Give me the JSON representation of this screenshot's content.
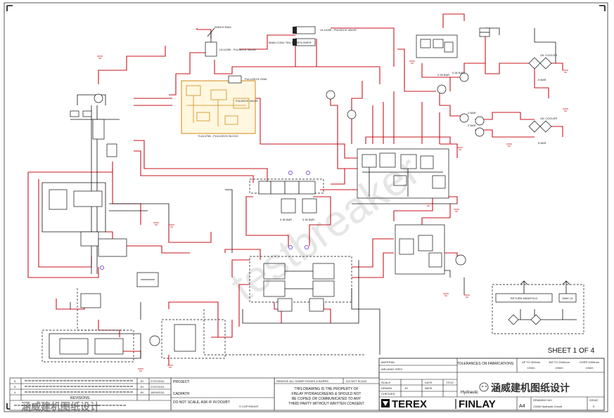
{
  "labels": {
    "winch_ram": "WINCH RAM",
    "fuldeck_valve_top": "UL14255 - FULDECK VALVE",
    "main_conv_tail": "MAIN CONV TAIL RAISE/LOWER",
    "fuldeck_valve_tr": "UL14255 - FULDECK VALVE",
    "pulldeck_ram": "PULLDECK RAM",
    "pulldeck_valve": "FULDECK VALVE",
    "pulldeck_block": "TLA14758 - PULLDECK BLOCK",
    "bar_2": "0.35 BAR",
    "bar_3": "0.35 BAR",
    "bar_4": "5 BAR",
    "bar_5": "5 BAR",
    "bar_6": "2 BAR",
    "bar_7": "2 BAR",
    "bar_8": "0.35 BAR",
    "bar_9": "0.35 BAR",
    "oil_cooler_1": "OIL COOLER",
    "oil_cooler_2": "OIL COOLER",
    "return_manifold": "RETURN MANIFOLD",
    "tank_ul": "TANK UL",
    "sheet": "SHEET 1 OF 4",
    "wm1": "涵威建机图纸设计",
    "wm2": "涵威建机图纸设计"
  },
  "title_block": {
    "material_label": "MATERIAL",
    "welding_label": "WELDING SPEC",
    "scale_label": "SCALE",
    "drawn_label": "DRAWN",
    "drawn_value": "JH",
    "checked_label": "CHECKED",
    "date_label": "DATE",
    "date_value": "08/09",
    "title_label": "TITLE",
    "title_value": "Hydraulic",
    "tolerances": "TOLERANCES ON FABRICATIONS",
    "tol_1_head": "UP TO 300mm",
    "tol_1_val": "±2mm",
    "tol_2_head": "300 TO 2000mm",
    "tol_2_val": "±3mm",
    "tol_3_head": "OVER 2000mm",
    "tol_3_val": "±4mm",
    "drawing_no_label": "DRAWING NO:",
    "drawing_no_value": "J1480 Hydraulic Circuit",
    "issue_label": "ISSUE:",
    "issue_value": "5",
    "size": "A4",
    "project_label": "PROJECT:",
    "cad_label": "CADPATH",
    "do_not_scale": "DO NOT SCALE, ASK IF IN DOUBT",
    "copyright": "© COPYRIGHT",
    "remove_edges": "REMOVE ALL SHARP EDGES & BURRS",
    "do_not_scale_2": "DO NOT SCALE",
    "property_1": "THIS DRAWING IS THE PROPERTY OF",
    "property_2": "FINLAY HYDRASCREENS & SHOULD NOT",
    "property_3": "BE COPIED OR COMMUNICATED TO ANY",
    "property_4": "THIRD PARTY WITHOUT WRITTEN CONSENT",
    "brand_terex": "TEREX",
    "brand_finlay": "FINLAY"
  },
  "revisions": [
    {
      "rev": "5",
      "by": "JH",
      "date": "27/07/2011"
    },
    {
      "rev": "5",
      "by": "JH",
      "date": "27/07/2011"
    },
    {
      "rev": "4",
      "by": "JH",
      "date": "18/04/2011"
    }
  ],
  "revisions_header": "REVISIONS"
}
